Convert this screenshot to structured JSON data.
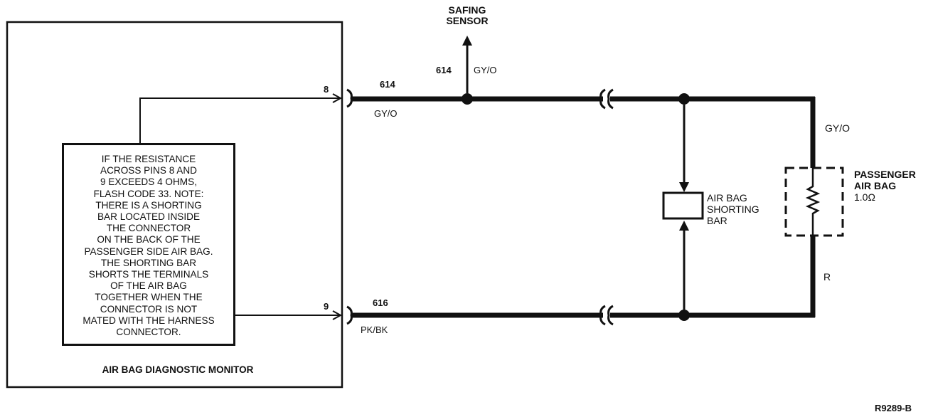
{
  "module": {
    "name": "AIR BAG DIAGNOSTIC MONITOR",
    "note_lines": [
      "IF THE RESISTANCE",
      "ACROSS PINS 8 AND",
      "9 EXCEEDS 4 OHMS,",
      "FLASH CODE 33. NOTE:",
      "THERE IS A SHORTING",
      "BAR LOCATED INSIDE",
      "THE CONNECTOR",
      "ON THE BACK OF THE",
      "PASSENGER SIDE AIR BAG.",
      "THE SHORTING BAR",
      "SHORTS THE TERMINALS",
      "OF THE AIR BAG",
      "TOGETHER WHEN THE",
      "CONNECTOR IS NOT",
      "MATED WITH THE HARNESS",
      "CONNECTOR."
    ]
  },
  "pins": {
    "top": "8",
    "bottom": "9"
  },
  "circuits": {
    "top": {
      "number": "614",
      "color": "GY/O"
    },
    "bottom": {
      "number": "616",
      "color": "PK/BK"
    },
    "branch": {
      "number": "614",
      "color": "GY/O"
    },
    "right_upper_color": "GY/O",
    "right_lower_color": "R"
  },
  "safing_sensor": {
    "line1": "SAFING",
    "line2": "SENSOR"
  },
  "shorting_bar": {
    "line1": "AIR BAG",
    "line2": "SHORTING",
    "line3": "BAR"
  },
  "passenger_airbag": {
    "line1": "PASSENGER",
    "line2": "AIR BAG",
    "resistance": "1.0Ω"
  },
  "figure_id": "R9289-B"
}
